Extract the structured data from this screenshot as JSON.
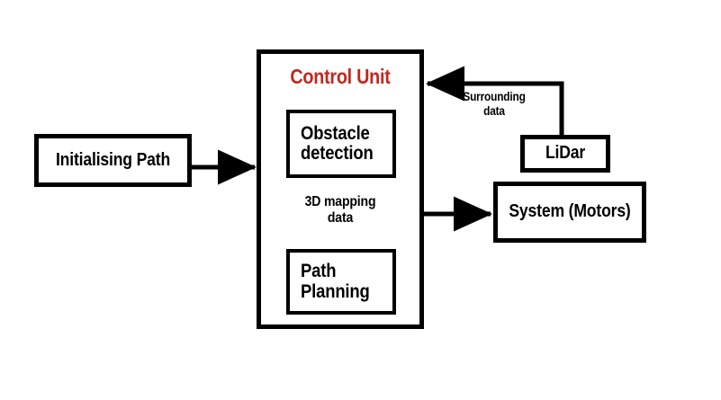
{
  "diagram": {
    "title": "Autonomous navigation control unit block diagram",
    "background_color": "#ffffff",
    "line_color": "#000000",
    "accent_color": "#c0281e",
    "nodes": {
      "control_unit": {
        "title": "Control Unit",
        "title_color": "#c0281e"
      },
      "obstacle_detection": {
        "label": "Obstacle\ndetection"
      },
      "path_planning": {
        "label": "Path\nPlanning"
      },
      "initialising_path": {
        "label": "Initialising Path"
      },
      "lidar": {
        "label": "LiDar"
      },
      "system_motors": {
        "label": "System (Motors)"
      }
    },
    "edge_labels": {
      "mapping": "3D mapping\ndata",
      "surrounding": "Surrounding\ndata"
    },
    "connectors": [
      {
        "name": "initialising-path-to-control-unit",
        "from": "initialising_path",
        "to": "control_unit",
        "arrow": "right"
      },
      {
        "name": "lidar-to-control-unit",
        "from": "lidar",
        "to": "control_unit",
        "arrow": "left",
        "label": "Surrounding data"
      },
      {
        "name": "control-unit-to-system",
        "from": "control_unit",
        "to": "system_motors",
        "arrow": "right",
        "label": "3D mapping data"
      }
    ]
  }
}
